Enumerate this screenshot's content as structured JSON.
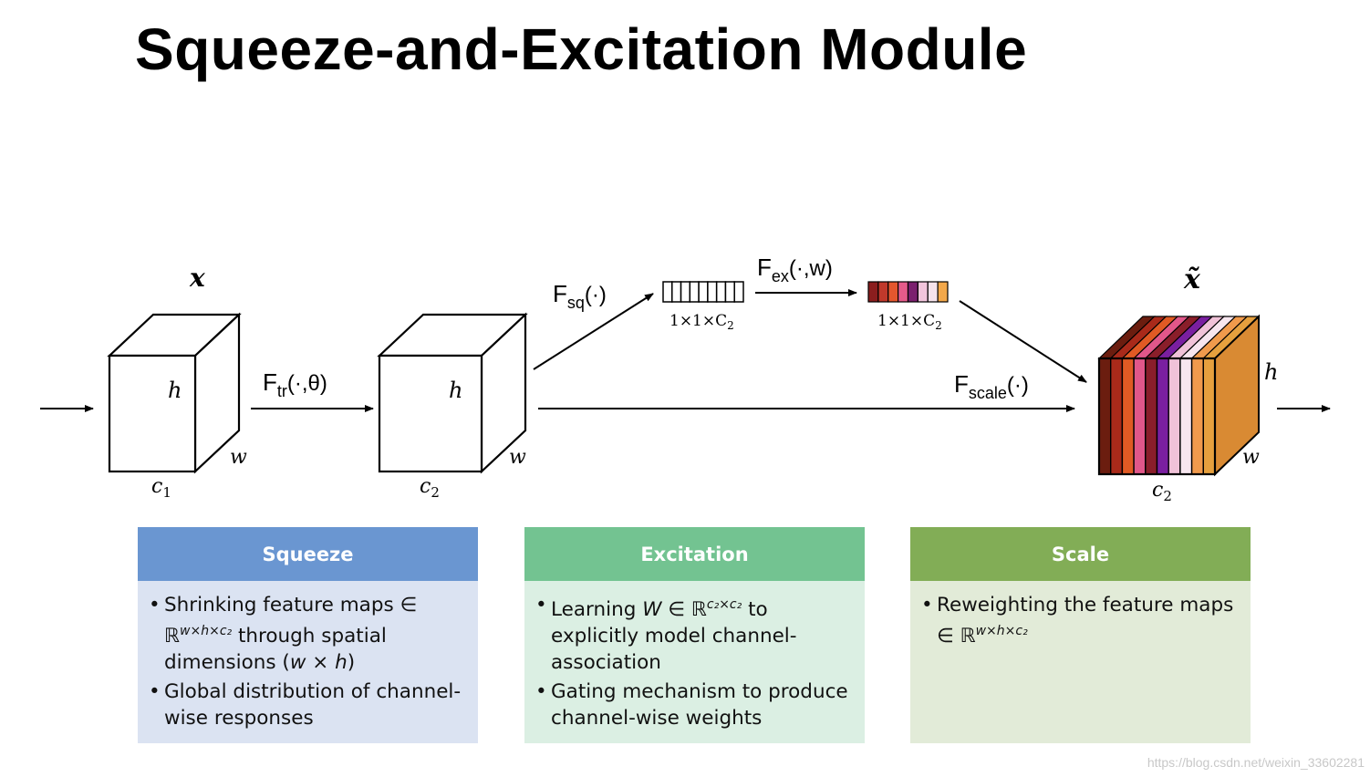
{
  "title": "Squeeze-and-Excitation Module",
  "diagram": {
    "input_label": "x",
    "output_label": "x̃",
    "cube1": {
      "h": "h",
      "w": "w",
      "c": "c",
      "c_sub": "1"
    },
    "cube2": {
      "h": "h",
      "w": "w",
      "c": "c",
      "c_sub": "2"
    },
    "cube3": {
      "h": "h",
      "w": "w",
      "c": "c",
      "c_sub": "2"
    },
    "ftr": {
      "main": "F",
      "sub": "tr",
      "args": "(·,θ)"
    },
    "fsq": {
      "main": "F",
      "sub": "sq",
      "args": "(·)"
    },
    "fex": {
      "main": "F",
      "sub": "ex",
      "args": "(·,w)"
    },
    "fscale": {
      "main": "F",
      "sub": "scale",
      "args": "(·)"
    },
    "vec1_label": "1×1×C",
    "vec1_sub": "2",
    "vec2_label": "1×1×C",
    "vec2_sub": "2",
    "vector_colors": [
      "#8b1e1e",
      "#c0392b",
      "#e4572e",
      "#e55b8a",
      "#7b1f6e",
      "#f2c5dc",
      "#f6e3ec",
      "#f3a84a"
    ],
    "stack_colors": [
      "#6b1d0f",
      "#a92a1a",
      "#e05a24",
      "#e1578a",
      "#8a1e2a",
      "#7a1fa0",
      "#f0c2d8",
      "#f7e6ef",
      "#f09a4c",
      "#e6a03e"
    ],
    "cube3_side_color": "#d98a33"
  },
  "panels": [
    {
      "id": "squeeze",
      "heading": "Squeeze",
      "bullets": [
        "Shrinking feature maps ∈ ℝ^{w×h×c₂} through spatial dimensions (w × h)",
        "Global distribution of channel-wise responses"
      ]
    },
    {
      "id": "excitation",
      "heading": "Excitation",
      "bullets": [
        "Learning W ∈ ℝ^{c₂×c₂} to explicitly model channel-association",
        "Gating mechanism to produce channel-wise weights"
      ]
    },
    {
      "id": "scale",
      "heading": "Scale",
      "bullets": [
        "Reweighting the feature maps ∈ ℝ^{w×h×c₂}"
      ]
    }
  ],
  "watermark": "https://blog.csdn.net/weixin_33602281"
}
